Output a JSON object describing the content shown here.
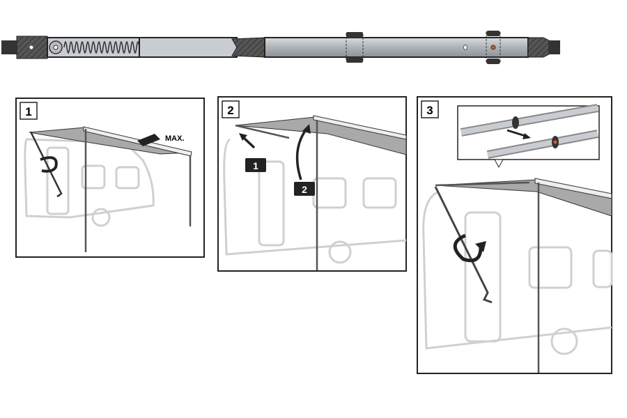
{
  "panels": [
    {
      "step": "1",
      "annotation": "MAX."
    },
    {
      "step": "2",
      "callouts": [
        "1",
        "2"
      ]
    },
    {
      "step": "3"
    }
  ],
  "colors": {
    "line": "#222222",
    "rod": "#b9bdc2",
    "awning": "#a9a9a9",
    "accent": "#c8602a",
    "caravan": "#d4d4d4"
  }
}
